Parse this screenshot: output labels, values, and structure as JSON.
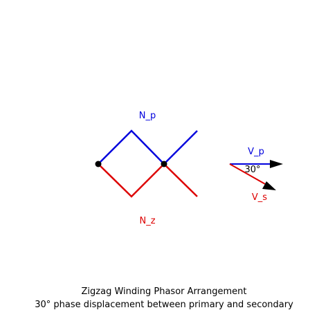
{
  "diagram": {
    "primary_label": "N_p",
    "zigzag_label": "N_z",
    "primary_voltage_label": "V_p",
    "secondary_voltage_label": "V_s",
    "angle_label": "30°",
    "colors": {
      "primary": "#0000dd",
      "zigzag": "#dd0000",
      "node": "#000000",
      "text": "#000000"
    }
  },
  "caption": {
    "title": "Zigzag Winding Phasor Arrangement",
    "subtitle": "30° phase displacement between primary and secondary"
  }
}
